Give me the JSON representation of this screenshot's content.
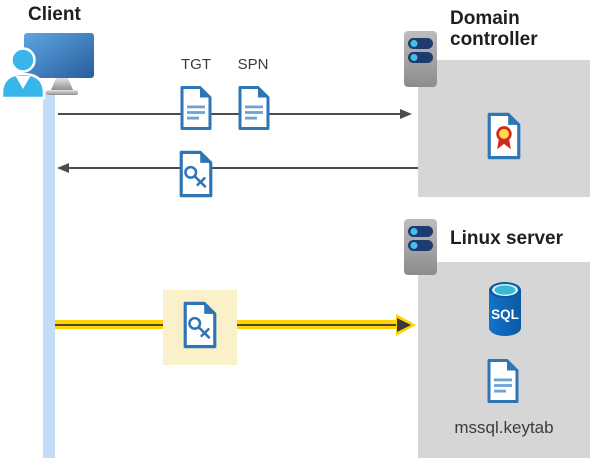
{
  "client": {
    "label": "Client"
  },
  "domain_controller": {
    "label": "Domain controller"
  },
  "linux_server": {
    "label": "Linux server"
  },
  "tickets": {
    "tgt_label": "TGT",
    "spn_label": "SPN"
  },
  "files": {
    "keytab_label": "mssql.keytab"
  },
  "sql_badge": "SQL",
  "colors": {
    "document_blue": "#2e75b6",
    "document_line_blue": "#6da2d8",
    "accent_yellow": "#ffd400",
    "highlight_background": "#faf0c9",
    "lifeline_blue": "#c3dcf8",
    "box_gray": "#d6d6d6",
    "arrow_gray": "#4d4d4d",
    "server_bar_navy": "#1e3a6e",
    "server_dot_cyan": "#45c1e8",
    "person_cyan": "#38b6ea",
    "certificate_seal_yellow": "#ffd84d",
    "certificate_ribbon_red": "#d02b20",
    "sql_body_blue": "#1068bb"
  }
}
